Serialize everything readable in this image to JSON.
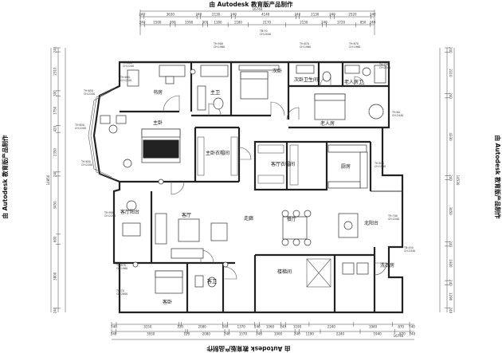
{
  "watermark": {
    "top": "由 Autodesk 教育版产品制作",
    "bottom": "由 Autodesk 教育版产品制作",
    "left": "由 Autodesk 教育版产品制作",
    "right": "由 Autodesk 教育版产品制作"
  },
  "rooms": {
    "study": "书房",
    "master_bath": "主卫",
    "second_bed": "次卧",
    "second_bath": "次卧卫生间",
    "elder_bath": "老人房卫",
    "elder_room": "老人房",
    "master_bed": "主卧",
    "master_closet": "主卧衣帽间",
    "living_closet": "客厅衣帽间",
    "kitchen": "厨房",
    "living_balcony": "客厅阳台",
    "living": "客厅",
    "corridor": "走廊",
    "dining": "餐厅",
    "north_balcony": "北阳台",
    "laundry": "洗衣房",
    "stairwell": "楼梯间",
    "guest_bath": "客卫",
    "guest_room": "客卧"
  },
  "notes": {
    "n1": "TH:600",
    "n1b": "CH:2200",
    "n2": "TH:900",
    "n2b": "CH:1960",
    "n3": "TH:600",
    "n3b": "CH:2200",
    "n4": "TH:650",
    "n4b": "CH:2200",
    "n5": "TH:650",
    "n5b": "CH:2200",
    "n6": "TH:650",
    "n6b": "CH:2200",
    "n7": "TB:70",
    "n7b": "CH:2040",
    "n8": "TH:870",
    "n8b": "CH:1960",
    "n9": "TH:870",
    "n9b": "CH:1960",
    "n10": "TH:60",
    "n10b": "CH:2440",
    "n11": "TH:700",
    "n11b": "CH:2200",
    "n12": "TH:900",
    "n12b": "CH:2200",
    "n13": "TH:870",
    "n13b": "CH:1960",
    "n14": "TH:700",
    "n14b": "CH:2200",
    "n15": "TB:450",
    "n15b": "CH:2340",
    "n16": "TH:870",
    "n16b": "CH:1960",
    "n17": "TH:70",
    "n17b": "CH:2800"
  },
  "dims_top": {
    "overall": "16740",
    "r1": [
      "240",
      "3630",
      "240",
      "2130",
      "240",
      "4140",
      "240",
      "2130",
      "240",
      "2520",
      "240"
    ],
    "r2": [
      "240",
      "1500",
      "300",
      "1590",
      "300",
      "1180",
      "1180",
      "2170",
      "2130",
      "240",
      "1720",
      "850",
      "240"
    ]
  },
  "dims_bottom": {
    "r1": [
      "240",
      "3150",
      "120",
      "2080",
      "240",
      "1370",
      "240",
      "1060",
      "240",
      "1190",
      "2240",
      "1940",
      "870",
      "240"
    ],
    "r2": [
      "240",
      "3930",
      "120",
      "2080",
      "240",
      "1570",
      "240",
      "1900",
      "240",
      "1190",
      "2240",
      "1940",
      "870",
      "240"
    ],
    "overall": "16740"
  },
  "dims_left": {
    "overall": "14850",
    "segments": [
      "240",
      "2310",
      "300",
      "1750",
      "420",
      "2350",
      "240",
      "3450",
      "600",
      "3800",
      "240"
    ]
  },
  "dims_right": {
    "overall": "14530",
    "segments": [
      "240",
      "2310",
      "240",
      "4330",
      "240",
      "3450",
      "240",
      "1920",
      "240",
      "1290",
      "240"
    ]
  }
}
